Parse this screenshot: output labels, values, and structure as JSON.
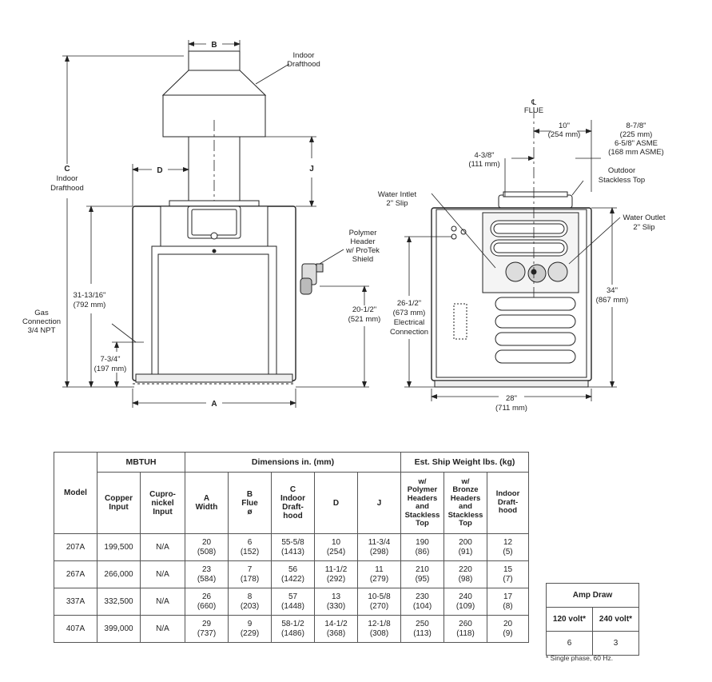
{
  "front_view": {
    "labels": {
      "b": "B",
      "indoor_drafthood": [
        "Indoor",
        "Drafthood"
      ],
      "c_title": [
        "C",
        "Indoor",
        "Drafthood"
      ],
      "d": "D",
      "j": "J",
      "polymer_header": [
        "Polymer",
        "Header",
        "w/ ProTek",
        "Shield"
      ],
      "height_31": [
        "31-13/16\"",
        "(792 mm)"
      ],
      "gas_connection": [
        "Gas",
        "Connection",
        "3/4 NPT"
      ],
      "height_20": [
        "20-1/2\"",
        "(521 mm)"
      ],
      "height_7": [
        "7-3/4\"",
        "(197 mm)"
      ],
      "a": "A"
    }
  },
  "side_view": {
    "labels": {
      "flue_symbol": "℄",
      "flue": "FLUE",
      "dim_10": [
        "10\"",
        "(254 mm)"
      ],
      "dim_878": [
        "8-7/8\"",
        "(225 mm)",
        "6-5/8\" ASME",
        "(168 mm ASME)"
      ],
      "dim_438": [
        "4-3/8\"",
        "(111 mm)"
      ],
      "outdoor_stackless": [
        "Outdoor",
        "Stackless Top"
      ],
      "water_inlet": [
        "Water Intlet",
        "2\" Slip"
      ],
      "water_outlet": [
        "Water Outlet",
        "2\" Slip"
      ],
      "height_34": [
        "34\"",
        "(867 mm)"
      ],
      "height_26": [
        "26-1/2\"",
        "(673 mm)",
        "Electrical",
        "Connection"
      ],
      "width_28": [
        "28\"",
        "(711 mm)"
      ]
    }
  },
  "spec_table": {
    "group_headers": {
      "mbtuh": "MBTUH",
      "dimensions": "Dimensions in. (mm)",
      "weight": "Est. Ship Weight lbs. (kg)"
    },
    "col_headers": {
      "model": "Model",
      "copper": [
        "Copper",
        "Input"
      ],
      "cupro": [
        "Cupro-",
        "nickel",
        "Input"
      ],
      "a": [
        "A",
        "Width"
      ],
      "b": [
        "B",
        "Flue",
        "ø"
      ],
      "c": [
        "C",
        "Indoor",
        "Draft-",
        "hood"
      ],
      "d": "D",
      "j": "J",
      "poly": [
        "w/",
        "Polymer",
        "Headers",
        "and",
        "Stackless",
        "Top"
      ],
      "bronze": [
        "w/",
        "Bronze",
        "Headers",
        "and",
        "Stackless",
        "Top"
      ],
      "indoor": [
        "Indoor",
        "Draft-",
        "hood"
      ]
    },
    "rows": [
      {
        "model": "207A",
        "copper": "199,500",
        "cupro": "N/A",
        "a": [
          "20",
          "(508)"
        ],
        "b": [
          "6",
          "(152)"
        ],
        "c": [
          "55-5/8",
          "(1413)"
        ],
        "d": [
          "10",
          "(254)"
        ],
        "j": [
          "11-3/4",
          "(298)"
        ],
        "poly": [
          "190",
          "(86)"
        ],
        "bronze": [
          "200",
          "(91)"
        ],
        "indoor": [
          "12",
          "(5)"
        ]
      },
      {
        "model": "267A",
        "copper": "266,000",
        "cupro": "N/A",
        "a": [
          "23",
          "(584)"
        ],
        "b": [
          "7",
          "(178)"
        ],
        "c": [
          "56",
          "(1422)"
        ],
        "d": [
          "11-1/2",
          "(292)"
        ],
        "j": [
          "11",
          "(279)"
        ],
        "poly": [
          "210",
          "(95)"
        ],
        "bronze": [
          "220",
          "(98)"
        ],
        "indoor": [
          "15",
          "(7)"
        ]
      },
      {
        "model": "337A",
        "copper": "332,500",
        "cupro": "N/A",
        "a": [
          "26",
          "(660)"
        ],
        "b": [
          "8",
          "(203)"
        ],
        "c": [
          "57",
          "(1448)"
        ],
        "d": [
          "13",
          "(330)"
        ],
        "j": [
          "10-5/8",
          "(270)"
        ],
        "poly": [
          "230",
          "(104)"
        ],
        "bronze": [
          "240",
          "(109)"
        ],
        "indoor": [
          "17",
          "(8)"
        ]
      },
      {
        "model": "407A",
        "copper": "399,000",
        "cupro": "N/A",
        "a": [
          "29",
          "(737)"
        ],
        "b": [
          "9",
          "(229)"
        ],
        "c": [
          "58-1/2",
          "(1486)"
        ],
        "d": [
          "14-1/2",
          "(368)"
        ],
        "j": [
          "12-1/8",
          "(308)"
        ],
        "poly": [
          "250",
          "(113)"
        ],
        "bronze": [
          "260",
          "(118)"
        ],
        "indoor": [
          "20",
          "(9)"
        ]
      }
    ]
  },
  "amp_table": {
    "title": "Amp Draw",
    "headers": [
      "120 volt*",
      "240 volt*"
    ],
    "values": [
      "6",
      "3"
    ],
    "footnote": "* Single phase, 60 Hz."
  }
}
